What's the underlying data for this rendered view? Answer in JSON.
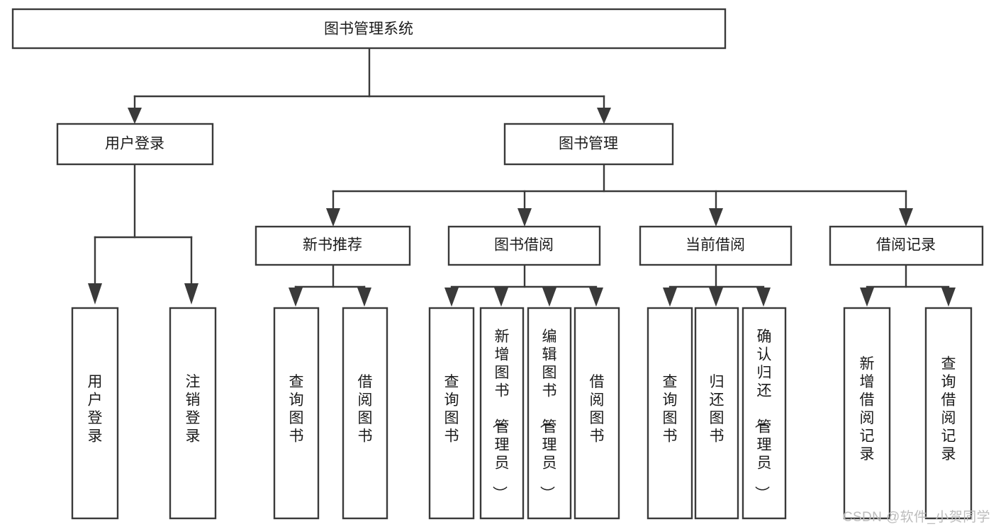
{
  "diagram": {
    "type": "tree",
    "title": "图书管理系统",
    "watermark": "CSDN @软件_小贺同学",
    "colors": {
      "stroke": "#3a3a3a",
      "box_fill": "#ffffff",
      "text": "#1b1b1b",
      "background": "#ffffff",
      "watermark": "#bcbcbc"
    },
    "root": {
      "label": "图书管理系统",
      "orientation": "horizontal"
    },
    "level2": [
      {
        "label": "用户登录",
        "orientation": "horizontal"
      },
      {
        "label": "图书管理",
        "orientation": "horizontal"
      }
    ],
    "level3": [
      {
        "label": "新书推荐",
        "orientation": "horizontal"
      },
      {
        "label": "图书借阅",
        "orientation": "horizontal"
      },
      {
        "label": "当前借阅",
        "orientation": "horizontal"
      },
      {
        "label": "借阅记录",
        "orientation": "horizontal"
      }
    ],
    "leaves": {
      "user_login": [
        {
          "label": "用户登录",
          "chars": [
            "用",
            "户",
            "登",
            "录"
          ]
        },
        {
          "label": "注销登录",
          "chars": [
            "注",
            "销",
            "登",
            "录"
          ]
        }
      ],
      "new_book_recommend": [
        {
          "label": "查询图书",
          "chars": [
            "查",
            "询",
            "图",
            "书"
          ]
        },
        {
          "label": "借阅图书",
          "chars": [
            "借",
            "阅",
            "图",
            "书"
          ]
        }
      ],
      "book_borrow": [
        {
          "label": "查询图书",
          "chars": [
            "查",
            "询",
            "图",
            "书"
          ]
        },
        {
          "label": "新增图书（管理员）",
          "chars": [
            "新",
            "增",
            "图",
            "书",
            "（",
            "管",
            "理",
            "员",
            "）"
          ]
        },
        {
          "label": "编辑图书（管理员）",
          "chars": [
            "编",
            "辑",
            "图",
            "书",
            "（",
            "管",
            "理",
            "员",
            "）"
          ]
        },
        {
          "label": "借阅图书",
          "chars": [
            "借",
            "阅",
            "图",
            "书"
          ]
        }
      ],
      "current_borrow": [
        {
          "label": "查询图书",
          "chars": [
            "查",
            "询",
            "图",
            "书"
          ]
        },
        {
          "label": "归还图书",
          "chars": [
            "归",
            "还",
            "图",
            "书"
          ]
        },
        {
          "label": "确认归还（管理员）",
          "chars": [
            "确",
            "认",
            "归",
            "还",
            "（",
            "管",
            "理",
            "员",
            "）"
          ]
        }
      ],
      "borrow_record": [
        {
          "label": "新增借阅记录",
          "chars": [
            "新",
            "增",
            "借",
            "阅",
            "记",
            "录"
          ]
        },
        {
          "label": "查询借阅记录",
          "chars": [
            "查",
            "询",
            "借",
            "阅",
            "记",
            "录"
          ]
        }
      ]
    }
  }
}
